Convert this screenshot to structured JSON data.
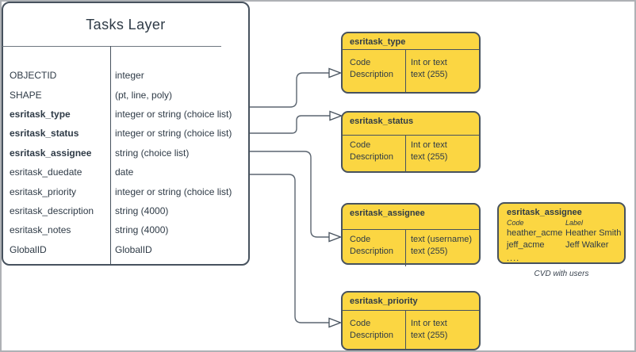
{
  "colors": {
    "box_fill": "#fbd642",
    "box_border": "#47525e",
    "text": "#2e3a46",
    "connector": "#5b6570",
    "canvas_border": "#aeb1b5",
    "background": "#ffffff"
  },
  "tasks_layer": {
    "title": "Tasks Layer",
    "fields": [
      {
        "name": "OBJECTID",
        "type": "integer"
      },
      {
        "name": "SHAPE",
        "type": "(pt, line, poly)"
      },
      {
        "name": "esritask_type",
        "type": "integer or string (choice list)"
      },
      {
        "name": "esritask_status",
        "type": "integer or string (choice list)"
      },
      {
        "name": "esritask_assignee",
        "type": "string (choice list)"
      },
      {
        "name": "esritask_duedate",
        "type": "date"
      },
      {
        "name": "esritask_priority",
        "type": "integer or string (choice list)"
      },
      {
        "name": "esritask_description",
        "type": "string (4000)"
      },
      {
        "name": "esritask_notes",
        "type": "string (4000)"
      },
      {
        "name": "GlobalID",
        "type": "GlobalID"
      }
    ]
  },
  "domain_tables": [
    {
      "title": "esritask_type",
      "col1": [
        "Code",
        "Description"
      ],
      "col2": [
        "Int or text",
        "text (255)"
      ]
    },
    {
      "title": "esritask_status",
      "col1": [
        "Code",
        "Description"
      ],
      "col2": [
        "Int or text",
        "text (255)"
      ]
    },
    {
      "title": "esritask_assignee",
      "col1": [
        "Code",
        "Description"
      ],
      "col2": [
        "text (username)",
        "text (255)"
      ]
    },
    {
      "title": "esritask_priority",
      "col1": [
        "Code",
        "Description"
      ],
      "col2": [
        "Int or text",
        "text (255)"
      ]
    }
  ],
  "cvd_table": {
    "title": "esritask_assignee",
    "col_headers": [
      "Code",
      "Label"
    ],
    "rows": [
      [
        "heather_acme",
        "Heather Smith"
      ],
      [
        "jeff_acme",
        "Jeff Walker"
      ]
    ],
    "ellipsis": "....",
    "caption": "CVD with users"
  },
  "connections": [
    {
      "from_field": "esritask_type",
      "to_table": "esritask_type"
    },
    {
      "from_field": "esritask_status",
      "to_table": "esritask_status"
    },
    {
      "from_field": "esritask_assignee",
      "to_table": "esritask_assignee"
    },
    {
      "from_field": "esritask_priority",
      "to_table": "esritask_priority"
    }
  ]
}
